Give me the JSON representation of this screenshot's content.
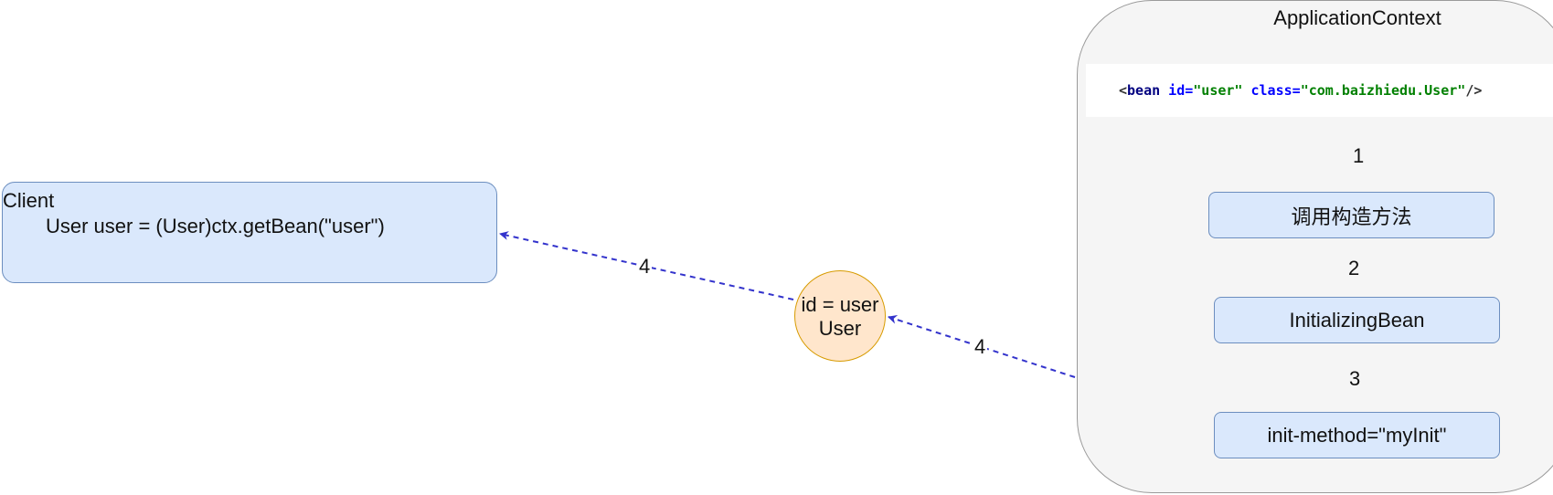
{
  "container": {
    "title": "ApplicationContext"
  },
  "config": {
    "open_bracket": "<",
    "tag": "bean",
    "id_attr": " id=",
    "id_value": "\"user\"",
    "class_attr": " class=",
    "class_value": "\"com.baizhiedu.User\"",
    "close": "/>"
  },
  "steps": [
    {
      "label": "调用构造方法"
    },
    {
      "label": "InitializingBean"
    },
    {
      "label": "init-method=\"myInit\""
    }
  ],
  "edge_labels": {
    "step_1": "1",
    "step_2": "2",
    "step_3": "3",
    "return_to_bean": "4",
    "return_to_client": "4"
  },
  "bean": {
    "id_line": "id = user",
    "type_line": "User"
  },
  "client": {
    "title": "Client",
    "code": "User user = (User)ctx.getBean(\"user\")"
  },
  "colors": {
    "node_fill": "#dae8fc",
    "node_stroke": "#6c8ebf",
    "bean_fill": "#ffe6cc",
    "bean_stroke": "#d79b00",
    "container_fill": "#f5f5f5",
    "edge": "#3333cc"
  }
}
